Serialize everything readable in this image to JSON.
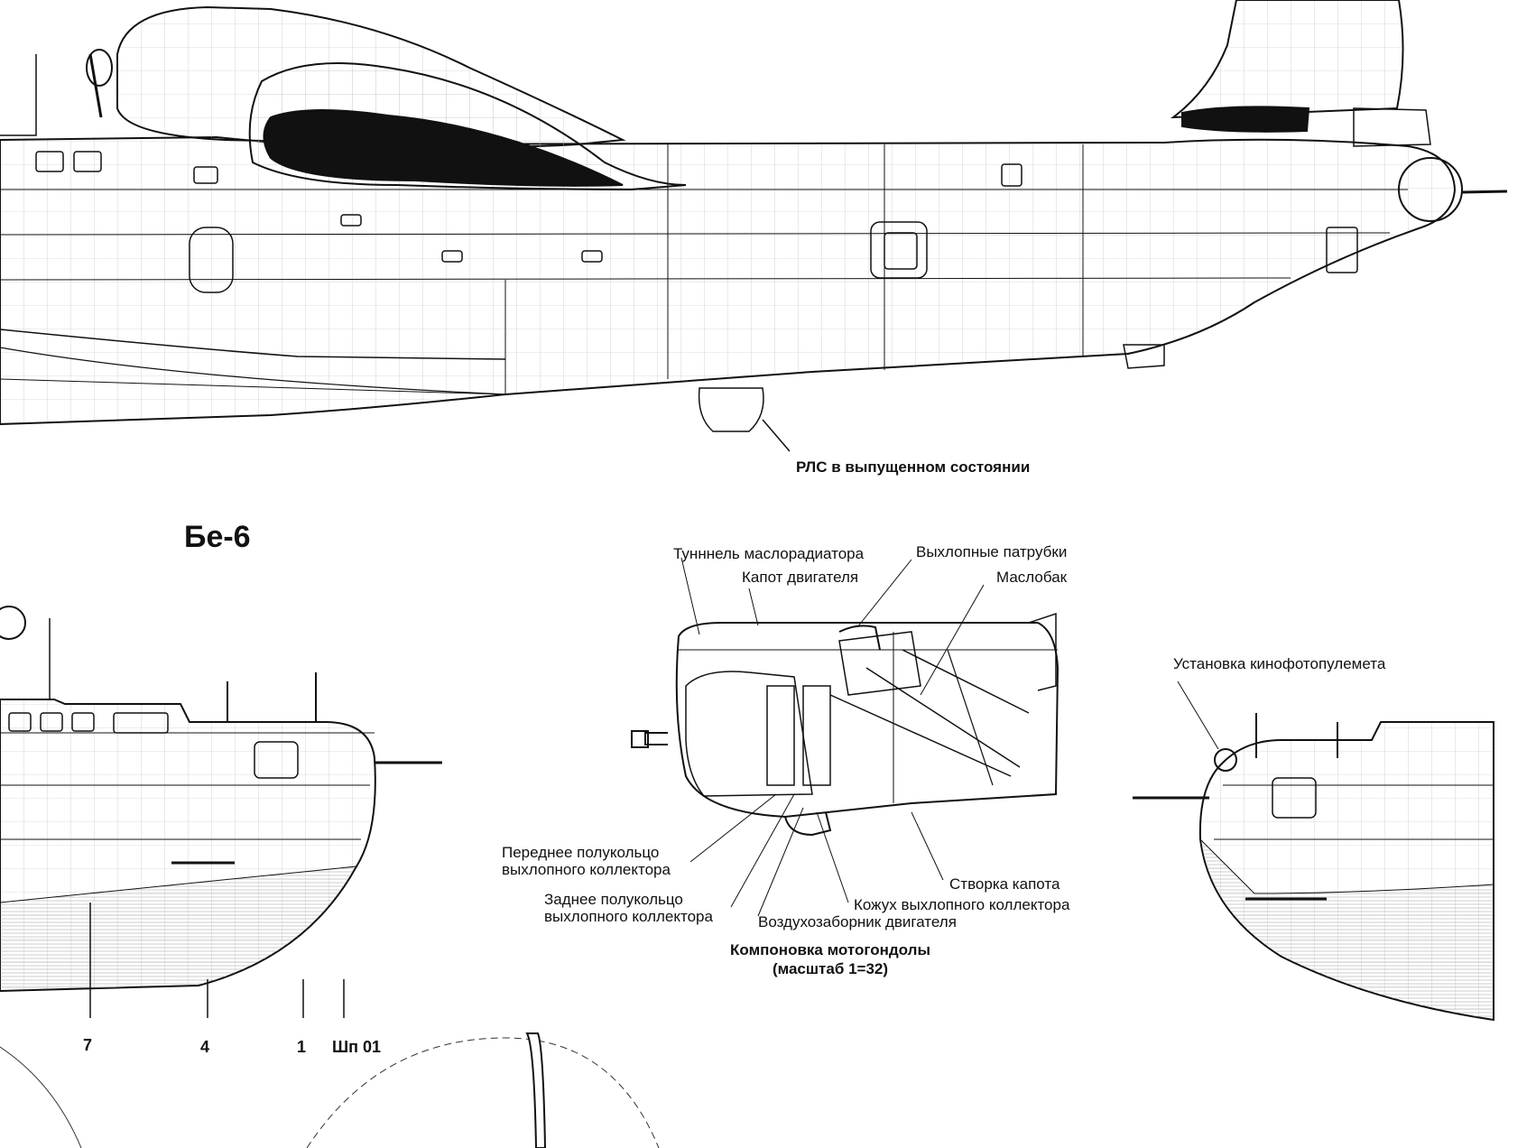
{
  "title": "Бе-6",
  "radar_label": "РЛС в выпущенном состоянии",
  "nacelle": {
    "caption_line1": "Компоновка мотогондолы",
    "caption_line2": "(масштаб 1=32)",
    "labels": {
      "oil_cooler_tunnel": "Тунннель маслорадиатора",
      "exhaust_stacks": "Выхлопные патрубки",
      "engine_cowl": "Капот двигателя",
      "oil_tank": "Маслобак",
      "front_collector_line1": "Переднее полукольцо",
      "front_collector_line2": "выхлопного коллектора",
      "rear_collector_line1": "Заднее полукольцо",
      "rear_collector_line2": "выхлопного коллектора",
      "cowl_flap": "Створка капота",
      "collector_shroud": "Кожух выхлопного коллектора",
      "air_intake": "Воздухозаборник двигателя"
    }
  },
  "camera_gun_label": "Установка кинофотопулемета",
  "frames": [
    "7",
    "4",
    "1",
    "Шп 01"
  ]
}
